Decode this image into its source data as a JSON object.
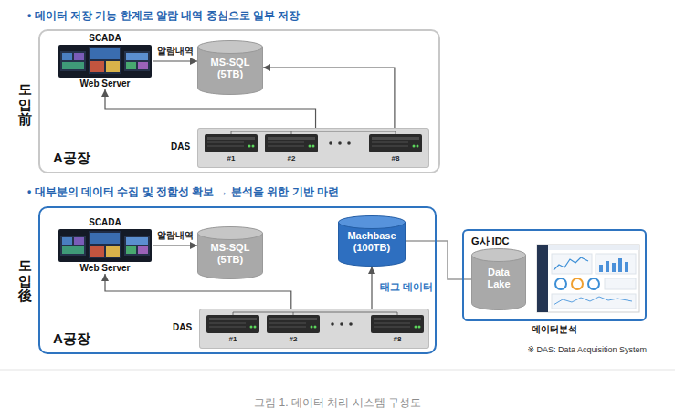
{
  "diagram": {
    "caption": "그림 1. 데이터 처리 시스템 구성도",
    "nodes": [
      {
        "text": [
          "A공장"
        ]
      },
      {
        "text": [
          "SCADA",
          "Web Server"
        ],
        "in": 0
      },
      {
        "text": [
          "MS-SQL (5TB)"
        ],
        "in": 0
      },
      {
        "text": [
          "DAS",
          "#1",
          "#2",
          "#8"
        ],
        "in": 0
      },
      {
        "text": [
          "A공장"
        ]
      },
      {
        "text": [
          "SCADA",
          "Web Server"
        ],
        "in": 4
      },
      {
        "text": [
          "MS-SQL (5TB)"
        ],
        "in": 4
      },
      {
        "text": [
          "Machbase (100TB)"
        ],
        "in": 4
      },
      {
        "text": [
          "DAS",
          "#1",
          "#2",
          "#8"
        ],
        "in": 4
      },
      {
        "text": [
          "G사 IDC",
          "데이터분석"
        ]
      },
      {
        "text": [
          "Data Lake"
        ],
        "in": 9
      }
    ],
    "edges": [
      {
        "from": 1,
        "to": 2,
        "arrow": "to",
        "label": "알람내역"
      },
      {
        "from": 3,
        "to": 1,
        "arrow": "to"
      },
      {
        "from": 3,
        "to": 2,
        "arrow": "to"
      },
      {
        "from": 5,
        "to": 6,
        "arrow": "to",
        "label": "알람내역"
      },
      {
        "from": 8,
        "to": 5,
        "arrow": "to"
      },
      {
        "from": 8,
        "to": 7,
        "arrow": "to",
        "label": "태그 데이터"
      },
      {
        "from": 7,
        "to": 10,
        "arrow": "none"
      }
    ],
    "labels": [
      "• 데이터 저장 기능 한계로 알람 내역 중심으로 일부 저장",
      "도입前",
      "• 대부분의 데이터 수집 및 정합성 확보 → 분석을 위한 기반 마련",
      "도입後",
      "※ DAS: Data Acquisition System"
    ]
  }
}
